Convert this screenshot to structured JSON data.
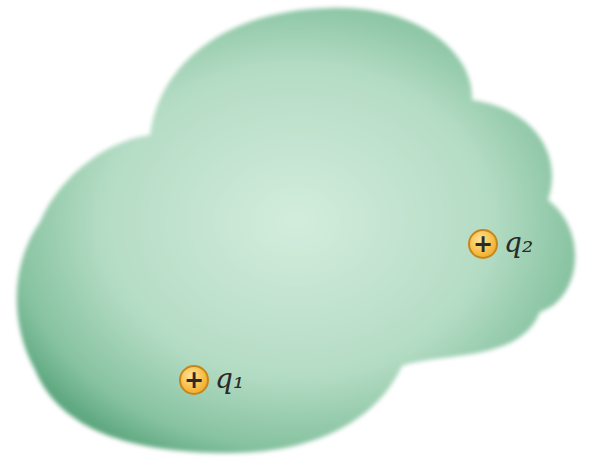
{
  "diagram": {
    "nodes": [
      {
        "text": [
          "+",
          "q₂"
        ]
      },
      {
        "text": [
          "+",
          "q₁"
        ]
      }
    ]
  }
}
